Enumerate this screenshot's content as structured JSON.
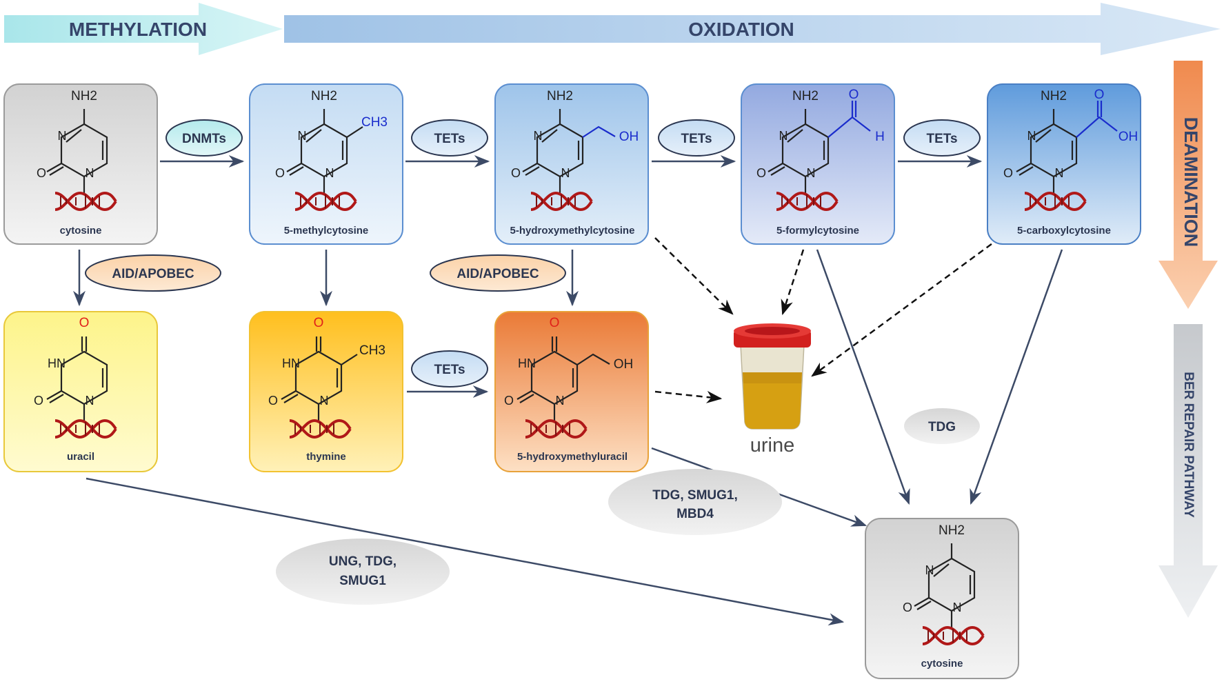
{
  "banners": {
    "methylation": "METHYLATION",
    "oxidation": "OXIDATION",
    "deamination": "DEAMINATION",
    "ber": "BER REPAIR PATHWAY"
  },
  "molecules": {
    "cytosine": "cytosine",
    "methylcytosine": "5-methylcytosine",
    "hydroxymethylcytosine": "5-hydroxymethylcytosine",
    "formylcytosine": "5-formylcytosine",
    "carboxylcytosine": "5-carboxylcytosine",
    "uracil": "uracil",
    "thymine": "thymine",
    "hydroxymethyluracil": "5-hydroxymethyluracil",
    "cytosine_repaired": "cytosine"
  },
  "enzymes": {
    "dnmts": "DNMTs",
    "tets_1": "TETs",
    "tets_2": "TETs",
    "tets_3": "TETs",
    "tets_4": "TETs",
    "aid_apobec_1": "AID/APOBEC",
    "aid_apobec_2": "AID/APOBEC",
    "tdg": "TDG",
    "tdg_smug1_mbd4_line1": "TDG, SMUG1,",
    "tdg_smug1_mbd4_line2": "MBD4",
    "ung_tdg_smug1_line1": "UNG, TDG,",
    "ung_tdg_smug1_line2": "SMUG1"
  },
  "urine_label": "urine",
  "chem_labels": {
    "nh2": "NH2",
    "n": "N",
    "o": "O",
    "hn": "HN",
    "ch3": "CH3",
    "oh": "OH",
    "h": "H"
  },
  "colors": {
    "arrow": "#3c4a66",
    "substituent_blue": "#1a2ccc",
    "carbonyl_red": "#e0201a",
    "dna_red": "#b01818"
  }
}
